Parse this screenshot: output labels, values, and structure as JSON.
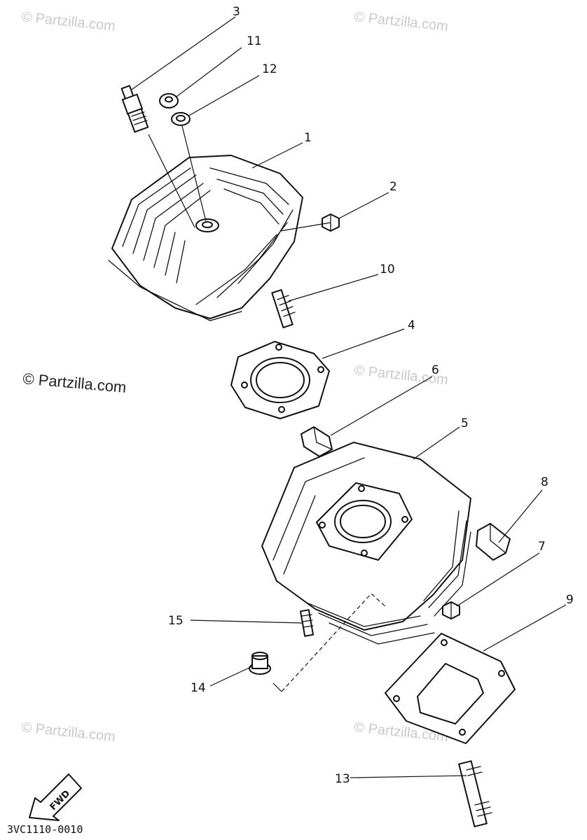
{
  "watermarks": {
    "main": "© Partzilla.com",
    "faint": "© Partzilla.com"
  },
  "diagram_code": "3VC1110-0010",
  "fwd_label": "FWD",
  "callouts": {
    "c1": "1",
    "c2": "2",
    "c3": "3",
    "c4": "4",
    "c5": "5",
    "c6": "6",
    "c7": "7",
    "c8": "8",
    "c9": "9",
    "c10": "10",
    "c11": "11",
    "c12": "12",
    "c13": "13",
    "c14": "14",
    "c15": "15"
  }
}
